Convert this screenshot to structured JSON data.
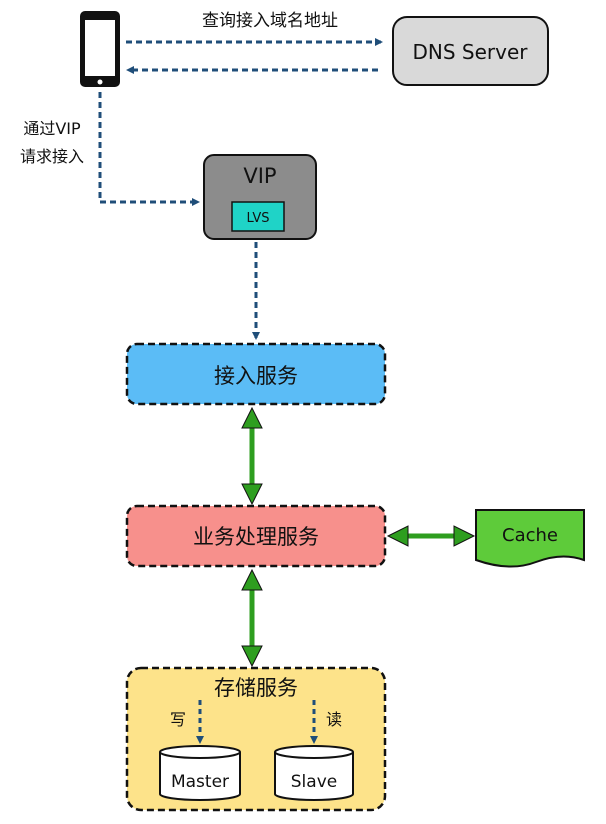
{
  "labels": {
    "query_dns": "查询接入域名地址",
    "via_vip_line1": "通过VIP",
    "via_vip_line2": "请求接入",
    "write": "写",
    "read": "读"
  },
  "nodes": {
    "dns_server": "DNS Server",
    "vip": "VIP",
    "lvs": "LVS",
    "access_service": "接入服务",
    "business_service": "业务处理服务",
    "cache": "Cache",
    "storage_service": "存储服务",
    "master": "Master",
    "slave": "Slave"
  },
  "colors": {
    "dashed_arrow": "#1f4e79",
    "green_arrow": "#2e9e1f",
    "dns_fill": "#d9d9d9",
    "vip_fill": "#8c8c8c",
    "lvs_fill": "#1fd3c7",
    "access_fill": "#5bbcf6",
    "business_fill": "#f7908c",
    "cache_fill": "#5ecb3a",
    "storage_fill": "#fde38a"
  }
}
